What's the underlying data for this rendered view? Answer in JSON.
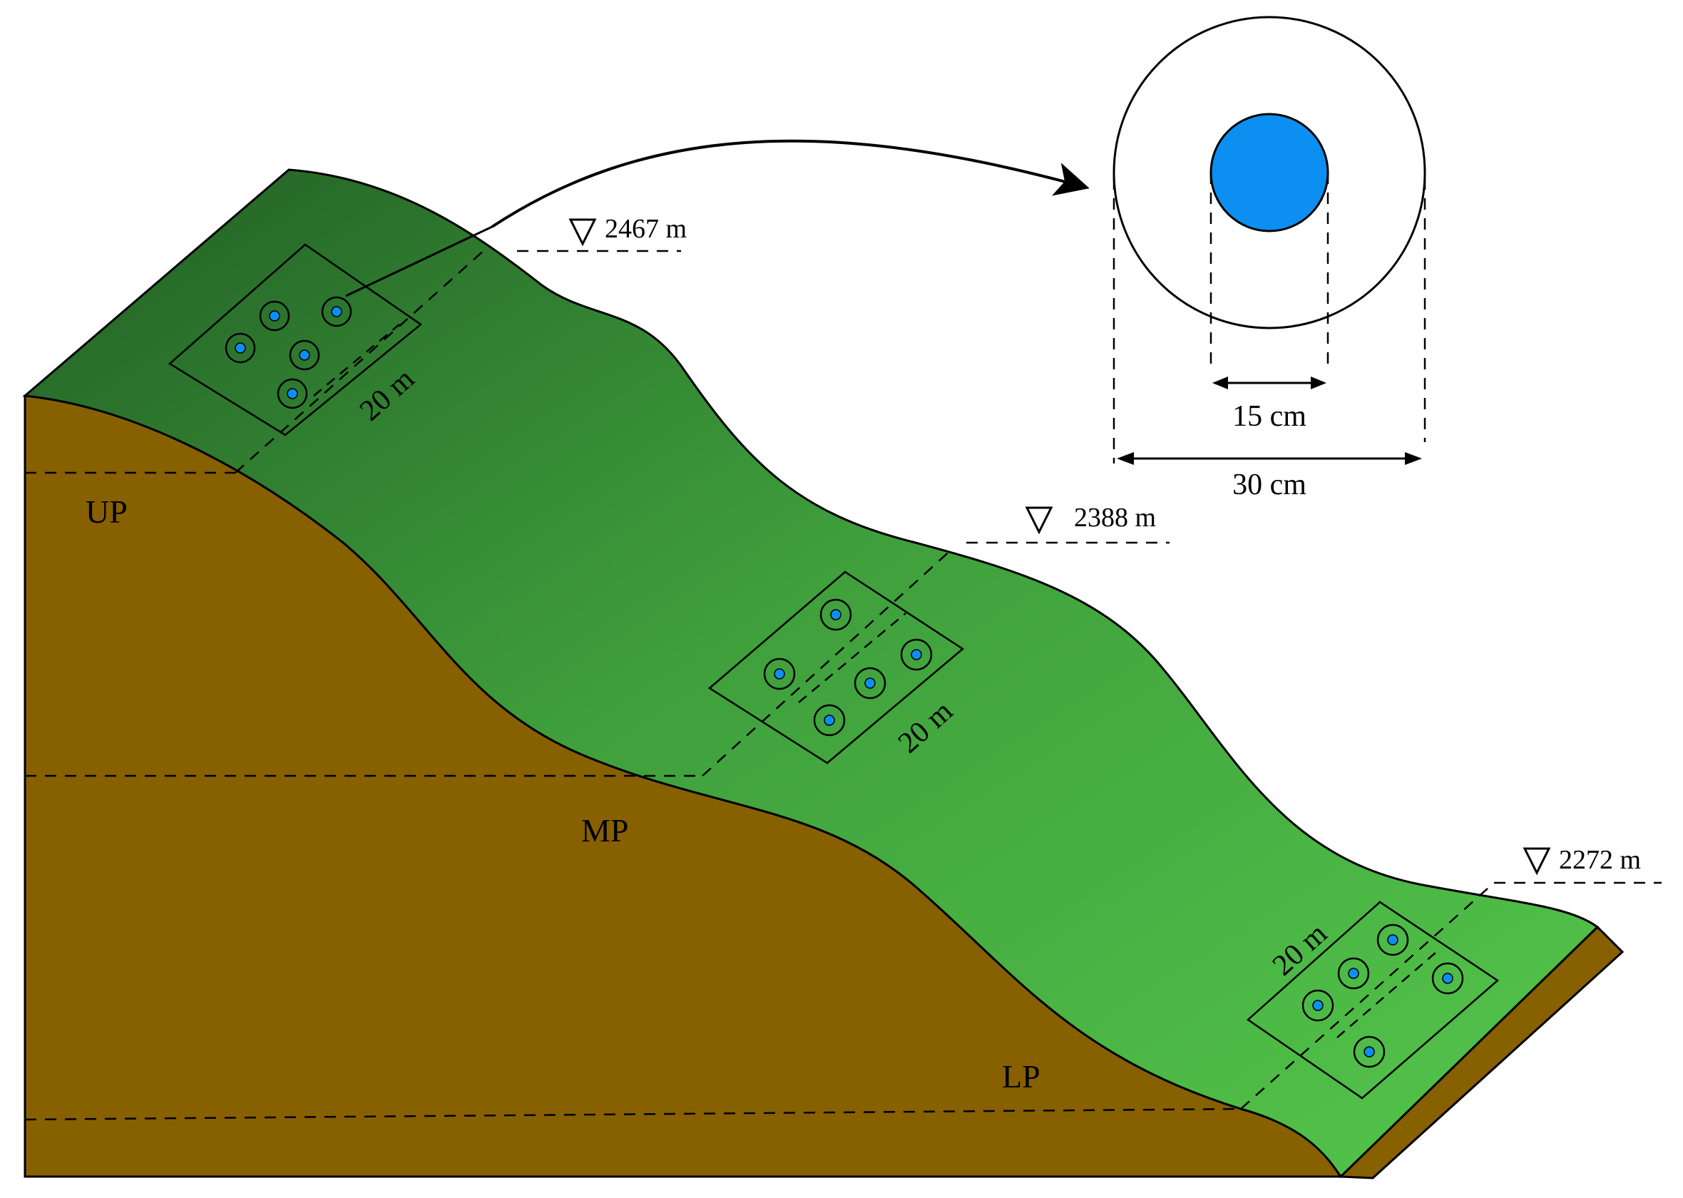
{
  "elevations": {
    "upper": "2467 m",
    "middle": "2388 m",
    "lower": "2272 m"
  },
  "zones": {
    "up": "UP",
    "mp": "MP",
    "lp": "LP"
  },
  "plot_size": "20 m",
  "detail": {
    "inner_diameter": "15 cm",
    "outer_diameter": "30 cm"
  },
  "colors": {
    "soil": "#876000",
    "grass_dark": "#256427",
    "grass_light": "#52c24a",
    "water_blue": "#0b8ff1",
    "outline": "#000000"
  }
}
